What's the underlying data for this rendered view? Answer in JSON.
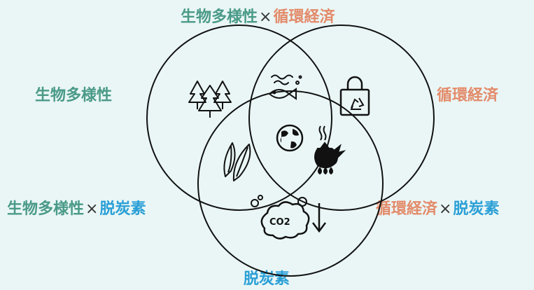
{
  "labels": {
    "top": {
      "left": "生物多様性",
      "times": "×",
      "right": "循環経済"
    },
    "biodiversity": "生物多様性",
    "circular_economy": "循環経済",
    "bottom_left": {
      "left": "生物多様性",
      "times": "×",
      "right": "脱炭素"
    },
    "bottom_right": {
      "left": "循環経済",
      "times": "×",
      "right": "脱炭素"
    },
    "decarbonization": "脱炭素",
    "co2": "CO2"
  },
  "colors": {
    "biodiversity": "#4a9a88",
    "circular_economy": "#e38b6a",
    "decarbonization": "#2a9fd6",
    "background": "#eaf6f6",
    "stroke": "#111111"
  },
  "icons": {
    "biodiversity": "trees-icon",
    "biodiversity_x_circular": "fish-water-icon",
    "circular_economy": "recycle-bag-icon",
    "center": "globe-icon",
    "biodiversity_x_decarbonization": "seaweed-icon",
    "circular_x_decarbonization": "waste-fire-icon",
    "decarbonization": "co2-down-icon"
  }
}
